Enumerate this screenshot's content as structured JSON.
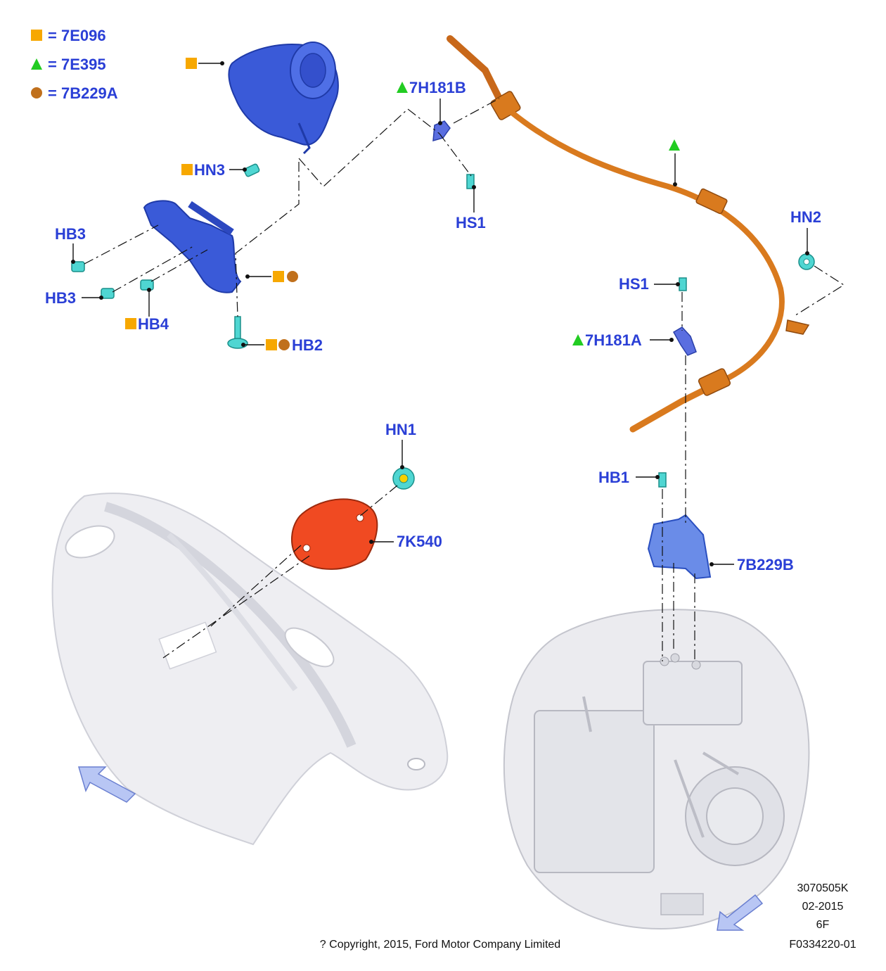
{
  "colors": {
    "label": "#2a3fd6",
    "square_marker": "#f7a800",
    "triangle_marker": "#22cc22",
    "circle_marker": "#c0701c",
    "part_blue": "#3a5ad8",
    "part_cyan": "#4fd6d2",
    "cable_orange": "#d97a1e",
    "shield_red": "#f04a22",
    "housing_gray": "#e6e6ea"
  },
  "legend": [
    {
      "marker": "square",
      "text": "= 7E096"
    },
    {
      "marker": "triangle",
      "text": "= 7E395"
    },
    {
      "marker": "circle",
      "text": "= 7B229A"
    }
  ],
  "callouts": {
    "hn3": "HN3",
    "hb3_a": "HB3",
    "hb3_b": "HB3",
    "hb4": "HB4",
    "hb2": "HB2",
    "p7h181b": "7H181B",
    "hs1_a": "HS1",
    "hn2": "HN2",
    "hs1_b": "HS1",
    "p7h181a": "7H181A",
    "hn1": "HN1",
    "p7k540": "7K540",
    "hb1": "HB1",
    "p7b229b": "7B229B"
  },
  "footer": {
    "code": "3070505K",
    "date": "02-2015",
    "variant": "6F",
    "figure_id": "F0334220-01",
    "copyright": "? Copyright, 2015, Ford Motor Company Limited"
  }
}
